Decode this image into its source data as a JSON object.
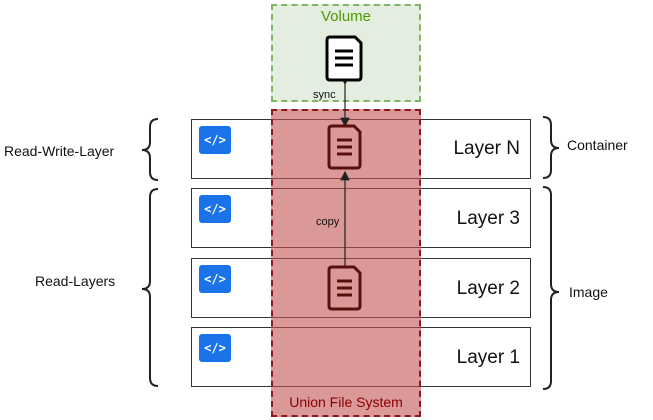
{
  "volume": {
    "title": "Volume"
  },
  "union_fs": {
    "title": "Union File System"
  },
  "layers": [
    {
      "label": "Layer N"
    },
    {
      "label": "Layer 3"
    },
    {
      "label": "Layer 2"
    },
    {
      "label": "Layer 1"
    }
  ],
  "code_icon_text": "</>",
  "left_labels": {
    "read_write": "Read-Write-Layer",
    "read": "Read-Layers"
  },
  "right_labels": {
    "container": "Container",
    "image": "Image"
  },
  "arrows": {
    "sync": "sync",
    "copy": "copy"
  },
  "icons": {
    "code": "code-icon",
    "file": "file-document-icon"
  },
  "colors": {
    "volume_border": "#82b366",
    "volume_fill": "#e4eee0",
    "union_border": "#8b1a1a",
    "union_fill": "#d49494",
    "code_icon": "#1a73e8",
    "file_icon_dark": "#5a0f0f"
  }
}
